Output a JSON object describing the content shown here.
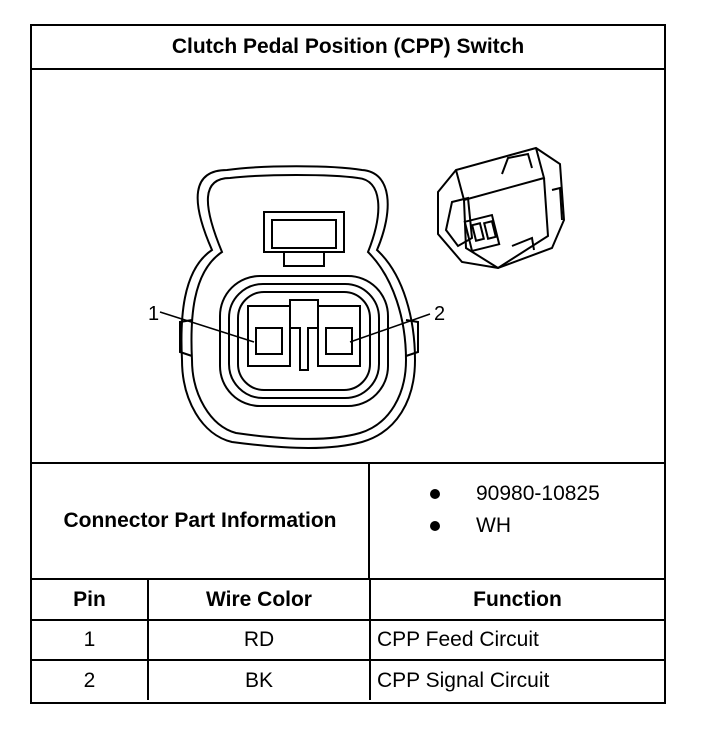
{
  "title": "Clutch Pedal Position (CPP) Switch",
  "diagram": {
    "pin_labels": [
      "1",
      "2"
    ]
  },
  "connector_info": {
    "label": "Connector Part Information",
    "items": [
      "90980-10825",
      "WH"
    ]
  },
  "table": {
    "headers": [
      "Pin",
      "Wire Color",
      "Function"
    ],
    "rows": [
      {
        "pin": "1",
        "wire_color": "RD",
        "function": "CPP Feed Circuit"
      },
      {
        "pin": "2",
        "wire_color": "BK",
        "function": "CPP Signal Circuit"
      }
    ]
  }
}
